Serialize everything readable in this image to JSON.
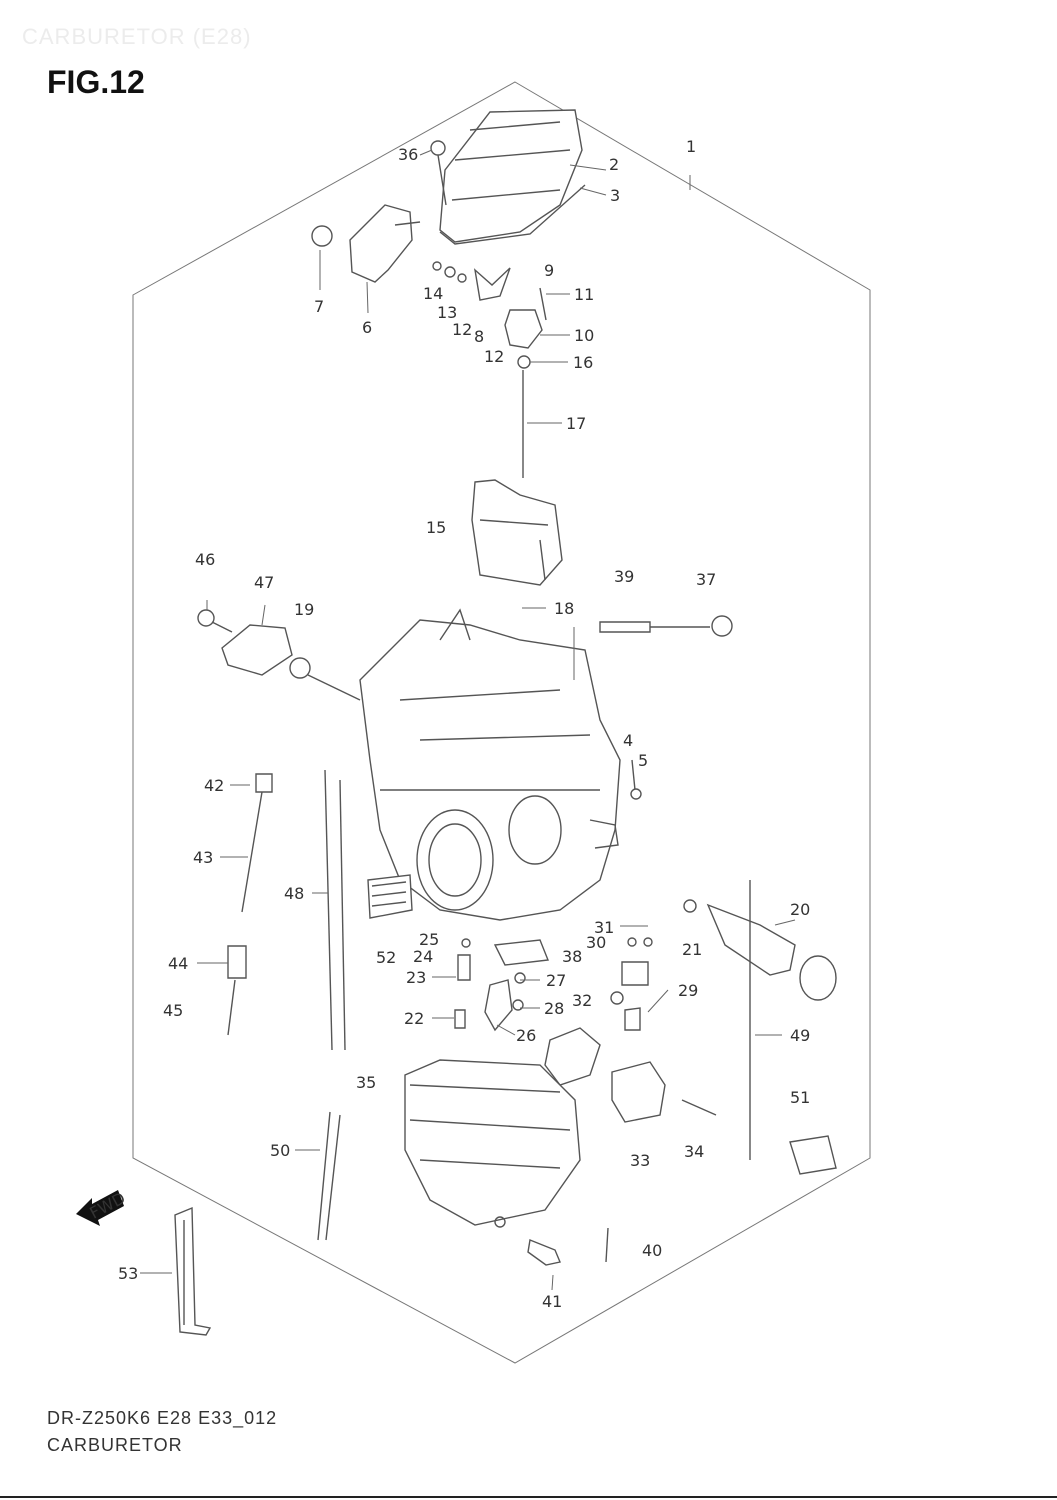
{
  "header": {
    "ghost_title": "CARBURETOR (E28)",
    "figure_title": "FIG.12"
  },
  "footer": {
    "model_code": "DR-Z250K6 E28 E33_012",
    "section_name": "CARBURETOR"
  },
  "fwd_badge": "FWD",
  "part_labels": {
    "p1": "1",
    "p2": "2",
    "p3": "3",
    "p4": "4",
    "p5": "5",
    "p6": "6",
    "p7": "7",
    "p8": "8",
    "p9": "9",
    "p10": "10",
    "p11": "11",
    "p12a": "12",
    "p12b": "12",
    "p13": "13",
    "p14": "14",
    "p15": "15",
    "p16": "16",
    "p17": "17",
    "p18": "18",
    "p19": "19",
    "p20": "20",
    "p21": "21",
    "p22": "22",
    "p23": "23",
    "p24": "24",
    "p25": "25",
    "p26": "26",
    "p27": "27",
    "p28": "28",
    "p29": "29",
    "p30": "30",
    "p31": "31",
    "p32": "32",
    "p33": "33",
    "p34": "34",
    "p35": "35",
    "p36": "36",
    "p37": "37",
    "p38": "38",
    "p39": "39",
    "p40": "40",
    "p41": "41",
    "p42": "42",
    "p43": "43",
    "p44": "44",
    "p45": "45",
    "p46": "46",
    "p47": "47",
    "p48": "48",
    "p49": "49",
    "p50": "50",
    "p51": "51",
    "p52": "52",
    "p53": "53"
  }
}
